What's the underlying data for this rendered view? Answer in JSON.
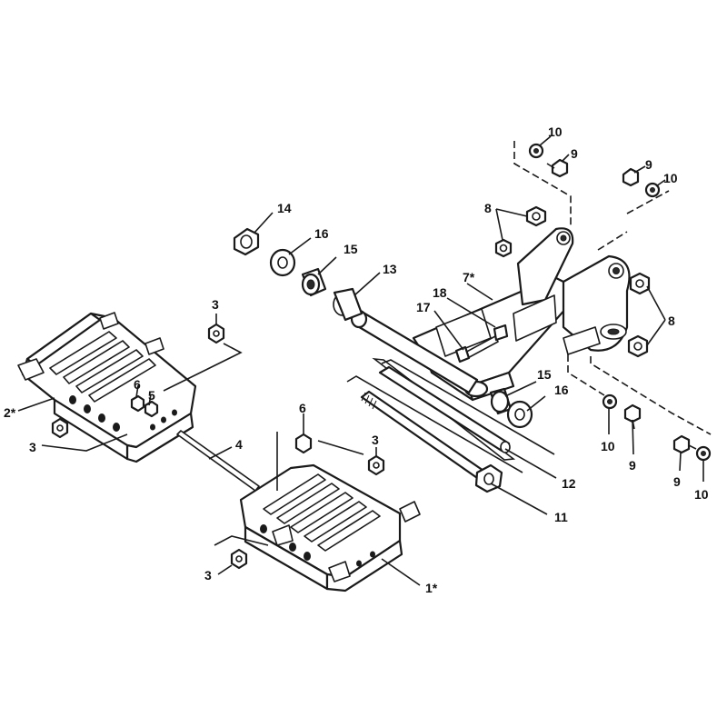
{
  "diagram": {
    "type": "exploded-parts-view",
    "callouts": {
      "c1": "1*",
      "c2": "2*",
      "c3a": "3",
      "c3b": "3",
      "c3c": "3",
      "c3d": "3",
      "c4": "4",
      "c5": "5",
      "c6a": "6",
      "c6b": "6",
      "c7": "7*",
      "c8a": "8",
      "c8b": "8",
      "c9a": "9",
      "c9b": "9",
      "c9c": "9",
      "c9d": "9",
      "c10a": "10",
      "c10b": "10",
      "c10c": "10",
      "c10d": "10",
      "c11": "11",
      "c12": "12",
      "c13": "13",
      "c14": "14",
      "c15a": "15",
      "c15b": "15",
      "c16a": "16",
      "c16b": "16",
      "c17": "17",
      "c18": "18"
    }
  }
}
